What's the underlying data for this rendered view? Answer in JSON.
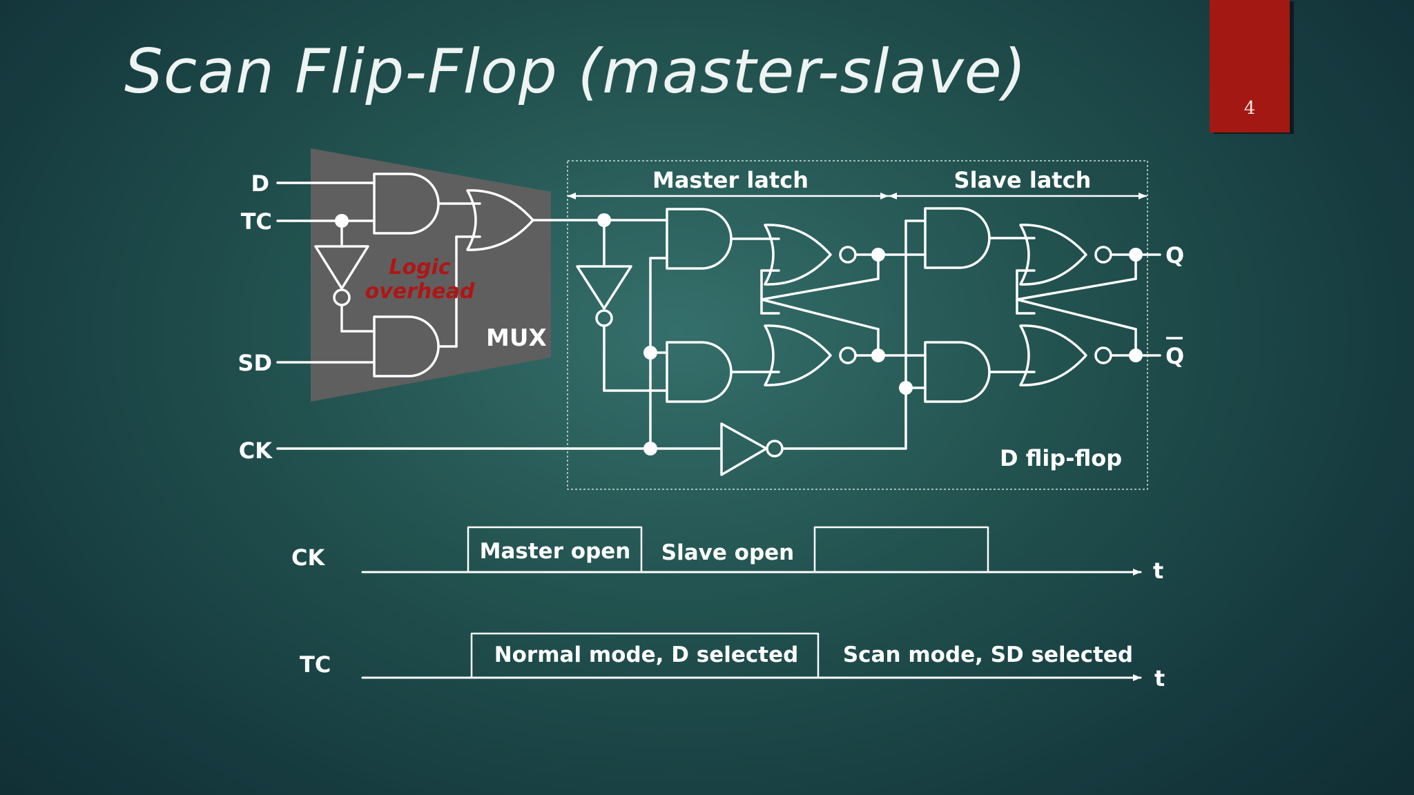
{
  "slide": {
    "title": "Scan Flip-Flop (master-slave)",
    "page_number": "4",
    "accent_color": "#a31812"
  },
  "circuit": {
    "inputs": {
      "d": "D",
      "tc": "TC",
      "sd": "SD",
      "ck": "CK"
    },
    "mux_label": "MUX",
    "overhead_line1": "Logic",
    "overhead_line2": "overhead",
    "master_latch": "Master latch",
    "slave_latch": "Slave latch",
    "box_label": "D flip-flop",
    "out_q": "Q",
    "out_qbar": "Q"
  },
  "timing": {
    "ck_label": "CK",
    "ck_high": "Master open",
    "ck_low": "Slave open",
    "tc_label": "TC",
    "tc_high": "Normal mode, D selected",
    "tc_low": "Scan mode, SD selected",
    "axis_t1": "t",
    "axis_t2": "t"
  }
}
